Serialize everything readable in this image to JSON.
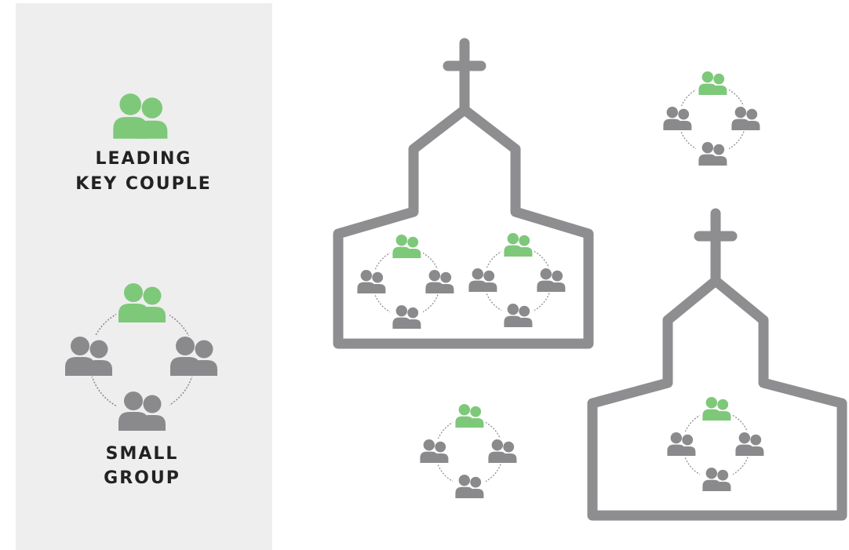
{
  "legend": {
    "leading_couple_line1": "LEADING",
    "leading_couple_line2": "KEY COUPLE",
    "small_group_line1": "SMALL",
    "small_group_line2": "GROUP"
  },
  "colors": {
    "panel": "#eeeeee",
    "leader": "#7ec87a",
    "member": "#8a8a8c",
    "church": "#8e8e90",
    "ring": "#8e8e90",
    "text": "#222222"
  }
}
